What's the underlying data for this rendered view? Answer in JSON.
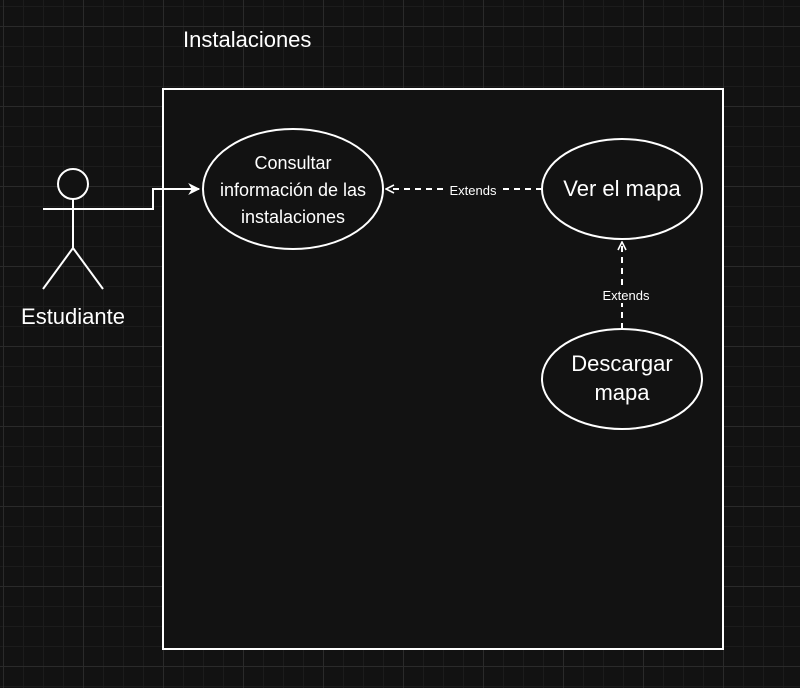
{
  "system": {
    "title": "Instalaciones"
  },
  "actor": {
    "name": "Estudiante"
  },
  "use_cases": {
    "consultar": {
      "lines": [
        "Consultar",
        "información de las",
        "instalaciones"
      ]
    },
    "ver_mapa": {
      "lines": [
        "Ver el mapa"
      ]
    },
    "descargar": {
      "lines": [
        "Descargar",
        "mapa"
      ]
    }
  },
  "relations": {
    "ver_to_consultar": "Extends",
    "descargar_to_ver": "Extends"
  },
  "colors": {
    "background": "#121212",
    "stroke": "#ffffff",
    "fill": "#121212"
  }
}
